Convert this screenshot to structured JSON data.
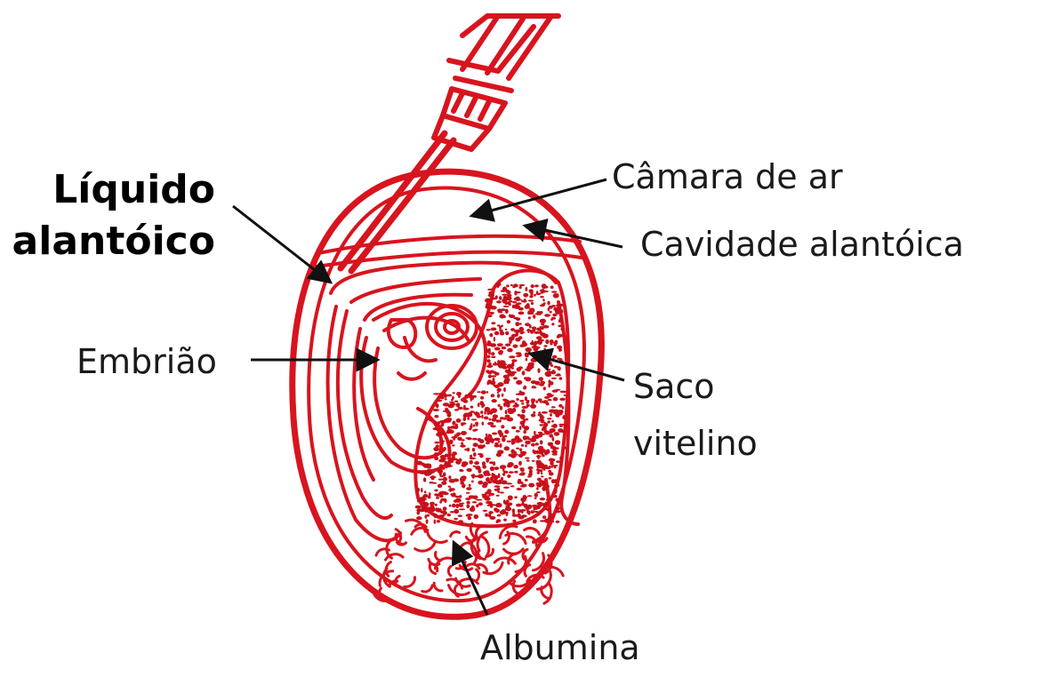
{
  "colors": {
    "line_red": "#d8141e",
    "dot_red": "#c8101a",
    "text": "#1a1a1a",
    "arrow": "#111111"
  },
  "labels": {
    "liquido_line1": "Líquido",
    "liquido_line2": "alantóico",
    "camara": "Câmara de ar",
    "cavidade": "Cavidade alantóica",
    "embriao": "Embrião",
    "saco_line1": "Saco",
    "saco_line2": "vitelino",
    "albumina": "Albumina"
  },
  "icons": {
    "syringe": "syringe-icon"
  }
}
